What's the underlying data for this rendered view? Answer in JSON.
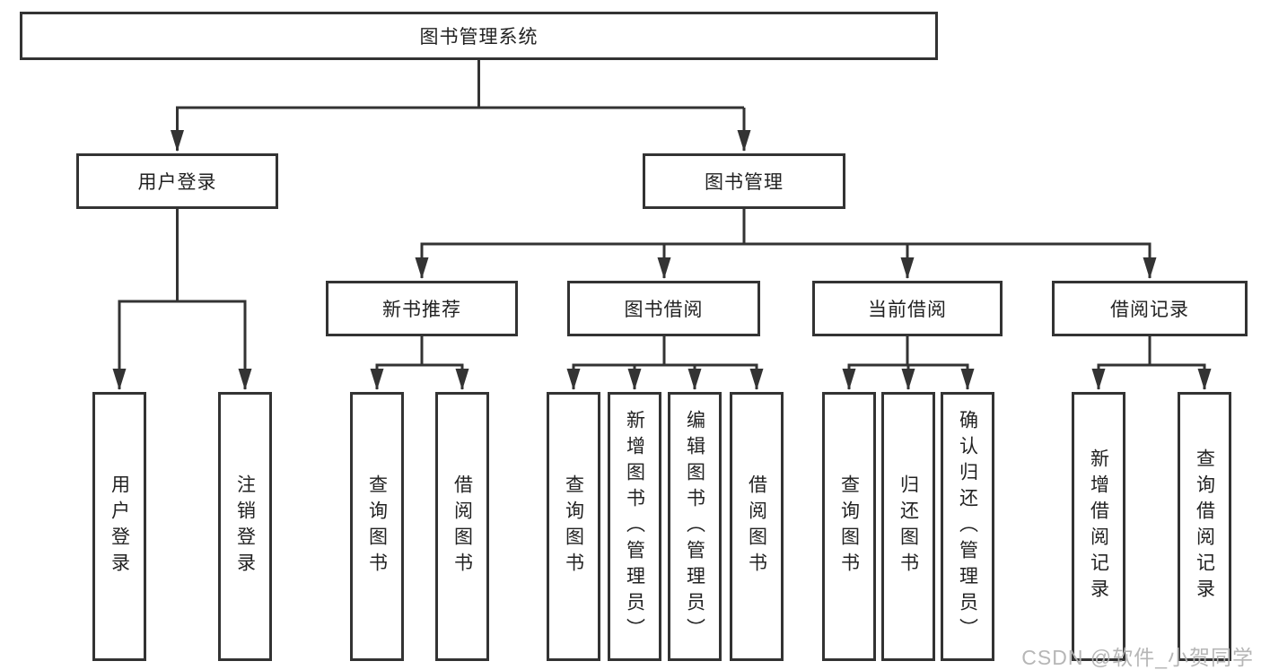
{
  "diagram": {
    "root": {
      "label": "图书管理系统",
      "children": [
        {
          "label": "用户登录",
          "children": [
            {
              "label": "用户登录"
            },
            {
              "label": "注销登录"
            }
          ]
        },
        {
          "label": "图书管理",
          "children": [
            {
              "label": "新书推荐",
              "children": [
                {
                  "label": "查询图书"
                },
                {
                  "label": "借阅图书"
                }
              ]
            },
            {
              "label": "图书借阅",
              "children": [
                {
                  "label": "查询图书"
                },
                {
                  "label": "新增图书（管理员）"
                },
                {
                  "label": "编辑图书（管理员）"
                },
                {
                  "label": "借阅图书"
                }
              ]
            },
            {
              "label": "当前借阅",
              "children": [
                {
                  "label": "查询图书"
                },
                {
                  "label": "归还图书"
                },
                {
                  "label": "确认归还（管理员）"
                }
              ]
            },
            {
              "label": "借阅记录",
              "children": [
                {
                  "label": "新增借阅记录"
                },
                {
                  "label": "查询借阅记录"
                }
              ]
            }
          ]
        }
      ]
    },
    "watermark": "CSDN @软件_小贺同学",
    "colors": {
      "line": "#333333",
      "text": "#222222",
      "background": "#ffffff",
      "watermark": "#b2b2b2"
    }
  }
}
